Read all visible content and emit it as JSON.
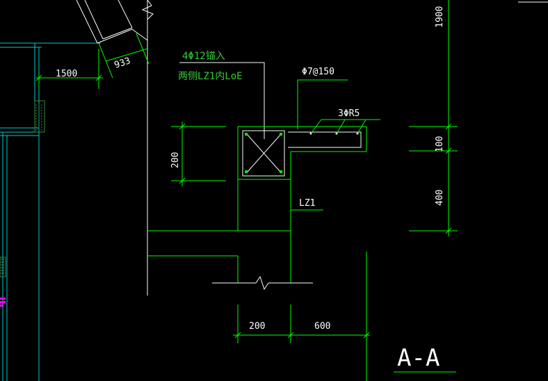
{
  "drawing": {
    "section_title": "A-A",
    "annotations": {
      "anchor_note_line1": "4Φ12锚入",
      "anchor_note_line2": "两侧LZ1内LoE",
      "stirrup_spec": "Φ7@150",
      "rebar_spec": "3ΦR5",
      "column_label": "LZ1"
    },
    "dimensions": {
      "d1500": "1500",
      "d933": "933",
      "d200_vertical": "200",
      "d200_bottom": "200",
      "d600": "600",
      "d1900": "1900",
      "d100": "100",
      "d400": "400"
    },
    "colors": {
      "background": "#000000",
      "line_white": "#ffffff",
      "line_green": "#00ff00",
      "text_green": "#33cc33",
      "line_cyan": "#00cccc",
      "hatch_green": "#3a8a3a",
      "magenta": "#ff00ff"
    }
  }
}
